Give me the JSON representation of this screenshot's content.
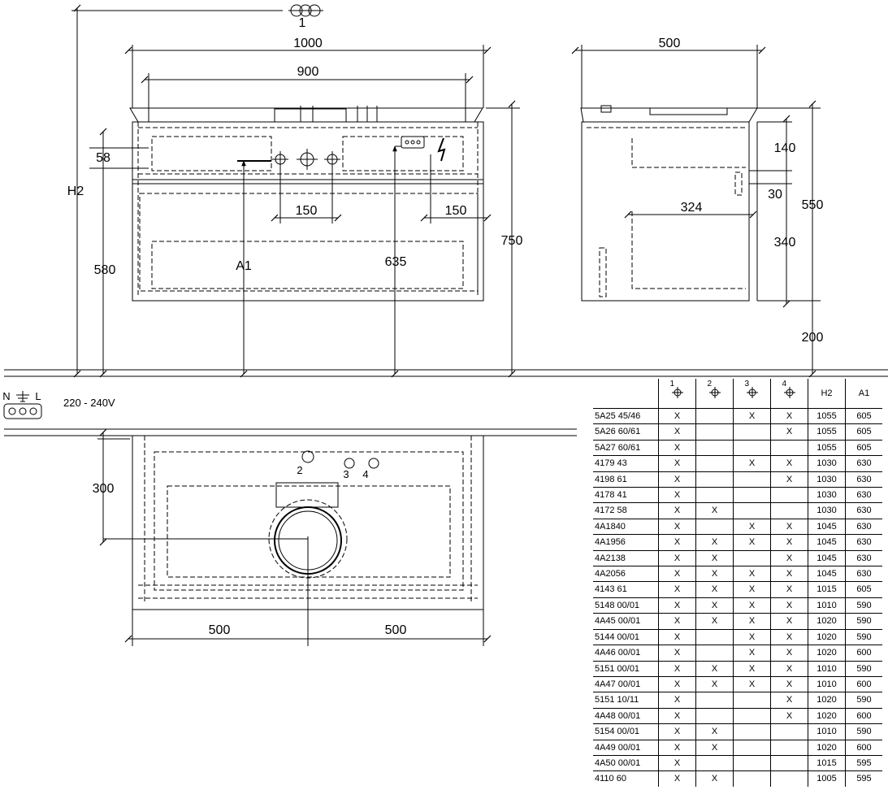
{
  "dimensions": {
    "top_label": "1",
    "width_outer": "1000",
    "width_inner": "900",
    "h2": "H2",
    "d58": "58",
    "d580": "580",
    "d150a": "150",
    "d150b": "150",
    "a1": "A1",
    "d635": "635",
    "d750": "750",
    "side_width": "500",
    "side_140": "140",
    "side_30": "30",
    "side_550": "550",
    "side_324": "324",
    "side_340": "340",
    "side_200": "200",
    "plan_300": "300",
    "plan_500_left": "500",
    "plan_500_right": "500",
    "plan_2": "2",
    "plan_3": "3",
    "plan_4": "4"
  },
  "electrical": {
    "n": "N",
    "l": "L",
    "voltage": "220 - 240V"
  },
  "table": {
    "headers": [
      "1",
      "2",
      "3",
      "4",
      "H2",
      "A1"
    ],
    "rows": [
      {
        "code": "5A25 45/46",
        "c1": "X",
        "c2": "",
        "c3": "X",
        "c4": "X",
        "h2": "1055",
        "a1": "605"
      },
      {
        "code": "5A26 60/61",
        "c1": "X",
        "c2": "",
        "c3": "",
        "c4": "X",
        "h2": "1055",
        "a1": "605"
      },
      {
        "code": "5A27 60/61",
        "c1": "X",
        "c2": "",
        "c3": "",
        "c4": "",
        "h2": "1055",
        "a1": "605"
      },
      {
        "code": "4179 43",
        "c1": "X",
        "c2": "",
        "c3": "X",
        "c4": "X",
        "h2": "1030",
        "a1": "630"
      },
      {
        "code": "4198 61",
        "c1": "X",
        "c2": "",
        "c3": "",
        "c4": "X",
        "h2": "1030",
        "a1": "630"
      },
      {
        "code": "4178 41",
        "c1": "X",
        "c2": "",
        "c3": "",
        "c4": "",
        "h2": "1030",
        "a1": "630"
      },
      {
        "code": "4172 58",
        "c1": "X",
        "c2": "X",
        "c3": "",
        "c4": "",
        "h2": "1030",
        "a1": "630"
      },
      {
        "code": "4A1840",
        "c1": "X",
        "c2": "",
        "c3": "X",
        "c4": "X",
        "h2": "1045",
        "a1": "630"
      },
      {
        "code": "4A1956",
        "c1": "X",
        "c2": "X",
        "c3": "X",
        "c4": "X",
        "h2": "1045",
        "a1": "630"
      },
      {
        "code": "4A2138",
        "c1": "X",
        "c2": "X",
        "c3": "",
        "c4": "X",
        "h2": "1045",
        "a1": "630"
      },
      {
        "code": "4A2056",
        "c1": "X",
        "c2": "X",
        "c3": "X",
        "c4": "X",
        "h2": "1045",
        "a1": "630"
      },
      {
        "code": "4143 61",
        "c1": "X",
        "c2": "X",
        "c3": "X",
        "c4": "X",
        "h2": "1015",
        "a1": "605"
      },
      {
        "code": "5148 00/01",
        "c1": "X",
        "c2": "X",
        "c3": "X",
        "c4": "X",
        "h2": "1010",
        "a1": "590"
      },
      {
        "code": "4A45 00/01",
        "c1": "X",
        "c2": "X",
        "c3": "X",
        "c4": "X",
        "h2": "1020",
        "a1": "590"
      },
      {
        "code": "5144 00/01",
        "c1": "X",
        "c2": "",
        "c3": "X",
        "c4": "X",
        "h2": "1020",
        "a1": "590"
      },
      {
        "code": "4A46 00/01",
        "c1": "X",
        "c2": "",
        "c3": "X",
        "c4": "X",
        "h2": "1020",
        "a1": "600"
      },
      {
        "code": "5151 00/01",
        "c1": "X",
        "c2": "X",
        "c3": "X",
        "c4": "X",
        "h2": "1010",
        "a1": "590"
      },
      {
        "code": "4A47 00/01",
        "c1": "X",
        "c2": "X",
        "c3": "X",
        "c4": "X",
        "h2": "1010",
        "a1": "600"
      },
      {
        "code": "5151 10/11",
        "c1": "X",
        "c2": "",
        "c3": "",
        "c4": "X",
        "h2": "1020",
        "a1": "590"
      },
      {
        "code": "4A48 00/01",
        "c1": "X",
        "c2": "",
        "c3": "",
        "c4": "X",
        "h2": "1020",
        "a1": "600"
      },
      {
        "code": "5154 00/01",
        "c1": "X",
        "c2": "X",
        "c3": "",
        "c4": "",
        "h2": "1010",
        "a1": "590"
      },
      {
        "code": "4A49 00/01",
        "c1": "X",
        "c2": "X",
        "c3": "",
        "c4": "",
        "h2": "1020",
        "a1": "600"
      },
      {
        "code": "4A50 00/01",
        "c1": "X",
        "c2": "",
        "c3": "",
        "c4": "",
        "h2": "1015",
        "a1": "595"
      },
      {
        "code": "4110 60",
        "c1": "X",
        "c2": "X",
        "c3": "",
        "c4": "",
        "h2": "1005",
        "a1": "595"
      }
    ]
  }
}
